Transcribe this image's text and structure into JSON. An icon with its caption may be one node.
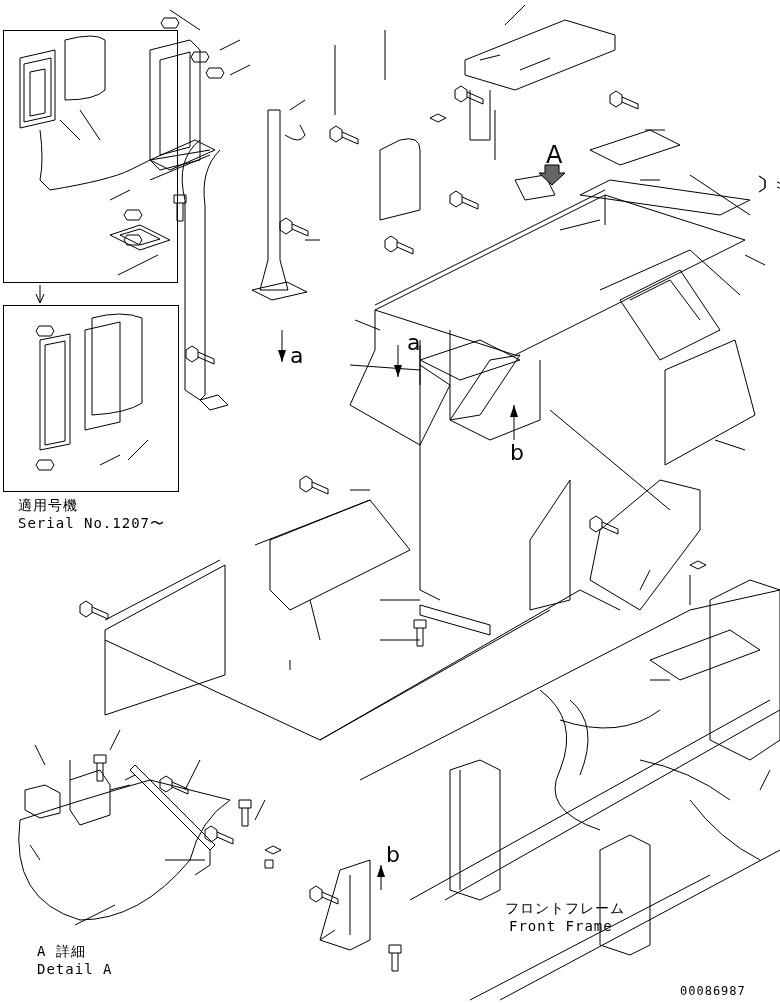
{
  "diagram": {
    "nodes": [
      {
        "text": [],
        "shape": "box"
      },
      {
        "text": [],
        "shape": "box",
        "beside": [
          "適用号機",
          "Serial No.1207〜"
        ]
      }
    ],
    "edges": [
      {
        "from": 0,
        "to": 1,
        "arrow": "to"
      }
    ],
    "labels": [
      "A",
      "a",
      "a",
      "b",
      "b",
      "フロントフレーム",
      "Front Frame",
      "A 詳細",
      "Detail A",
      "00086987"
    ]
  }
}
